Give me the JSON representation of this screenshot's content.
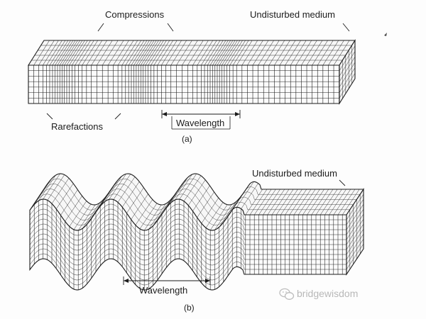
{
  "panel_a": {
    "label_compressions": "Compressions",
    "label_undisturbed": "Undisturbed medium",
    "label_rarefactions": "Rarefactions",
    "label_wavelength": "Wavelength",
    "caption": "(a)"
  },
  "panel_b": {
    "label_undisturbed": "Undisturbed medium",
    "label_wavelength": "Wavelength",
    "caption": "(b)"
  },
  "watermark": {
    "text": "bridgewisdom",
    "icon": "wechat-logo-icon"
  },
  "colors": {
    "ink": "#1c1c1c",
    "watermark": "#b8b8b8"
  }
}
